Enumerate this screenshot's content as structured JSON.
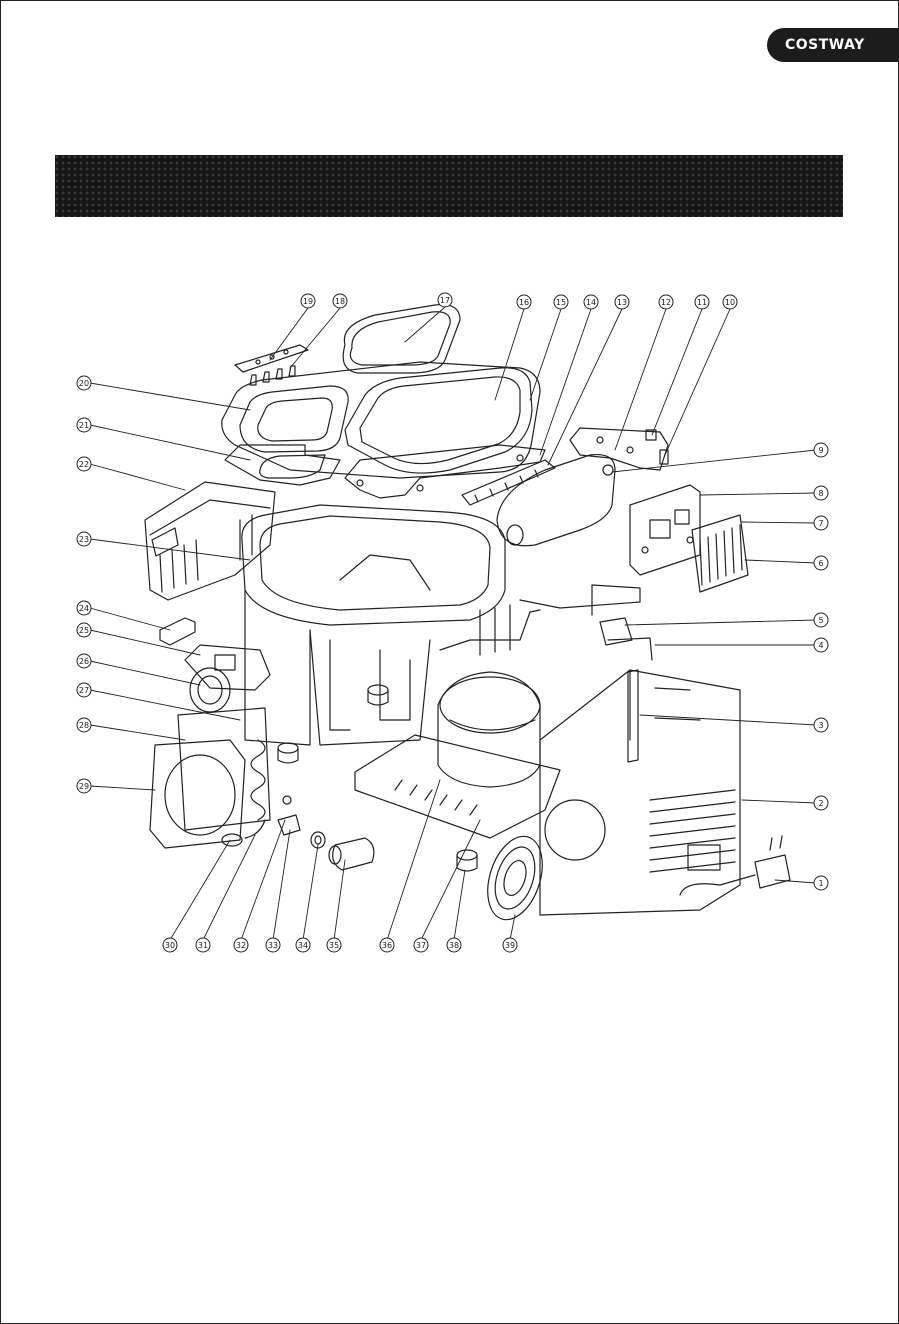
{
  "brand": {
    "name": "COSTWAY"
  },
  "diagram": {
    "callouts": [
      "1",
      "2",
      "3",
      "4",
      "5",
      "6",
      "7",
      "8",
      "9",
      "10",
      "11",
      "12",
      "13",
      "14",
      "15",
      "16",
      "17",
      "18",
      "19",
      "20",
      "21",
      "22",
      "23",
      "24",
      "25",
      "26",
      "27",
      "28",
      "29",
      "30",
      "31",
      "32",
      "33",
      "34",
      "35",
      "36",
      "37",
      "38",
      "39"
    ]
  },
  "colors": {
    "ink": "#222222",
    "band": "#161616",
    "brand_tab": "#1c1c1c"
  }
}
